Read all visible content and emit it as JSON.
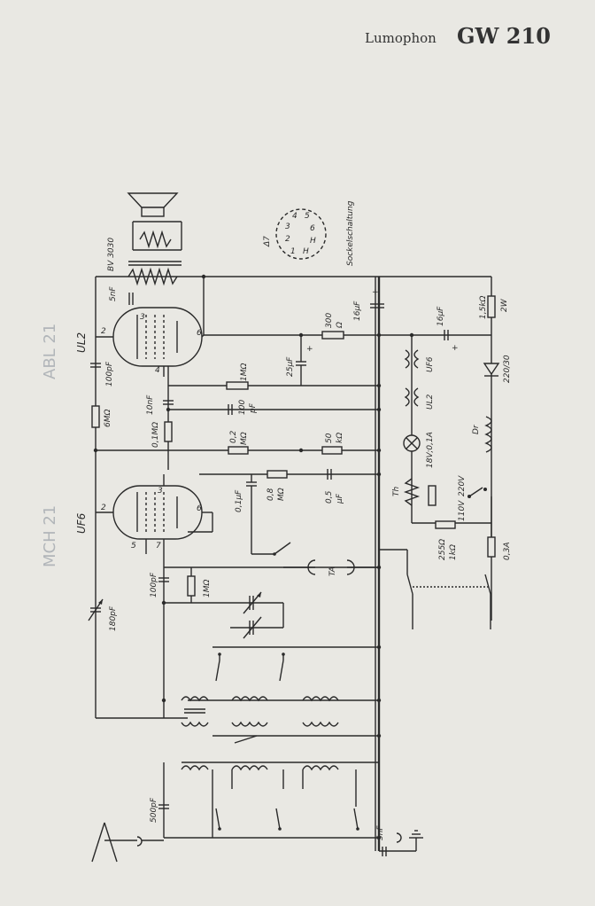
{
  "title": {
    "brand": "Lumophon",
    "model": "GW 210"
  },
  "tubes": [
    "UL2",
    "UF6"
  ],
  "socket": {
    "title": "Sockelschaltung",
    "pins": [
      "1",
      "2",
      "3",
      "4",
      "5",
      "6",
      "H",
      "H"
    ],
    "symbol": "Δ7"
  },
  "annotations": {
    "pencil_1": "ABL 21",
    "pencil_2": "MCH 21"
  },
  "labels": {
    "speaker": "BV 3030",
    "c_5nf_top": "5nF",
    "c_100pf_ul2": "100pF",
    "r_6mohm": "6MΩ",
    "r_1mohm_top": "1MΩ",
    "c_25uf": "25μF",
    "r_300": "300",
    "r_300_unit": "Ω",
    "c_16uf_a": "16μF",
    "c_16uf_b": "16μF",
    "r_1_5k": "1,5kΩ",
    "r_1_5k_w": "2W",
    "c_10nf": "10nF",
    "c_100pf_mid": "100",
    "c_100pf_mid_unit": "pF",
    "r_0_1m": "0,1MΩ",
    "r_0_2m": "0,2",
    "r_0_2m_unit": "MΩ",
    "r_50k": "50",
    "r_50k_unit": "kΩ",
    "c_0_1uf": "0,1μF",
    "r_0_8m": "0,8",
    "r_0_8m_unit": "MΩ",
    "c_0_5uf": "0,5",
    "c_0_5uf_unit": "μF",
    "uf6_heater": "UF6",
    "ul2_heater": "UL2",
    "lamp": "18V;0,1A",
    "rectifier": "220/30",
    "choke": "Dr",
    "th": "Th",
    "v220": "220V",
    "v110": "110V",
    "r_255": "255Ω",
    "r_1k": "1kΩ",
    "fuse": "0,3A",
    "ta": "TA",
    "c_100pf_uf6": "100pF",
    "r_1mohm_uf6": "1MΩ",
    "c_180pf": "180pF",
    "c_500pf": "500pF",
    "c_5nf_bottom": "5nF",
    "pin_2": "2",
    "pin_3": "3",
    "pin_4": "4",
    "pin_5": "5",
    "pin_6": "6",
    "pin_7": "7"
  }
}
